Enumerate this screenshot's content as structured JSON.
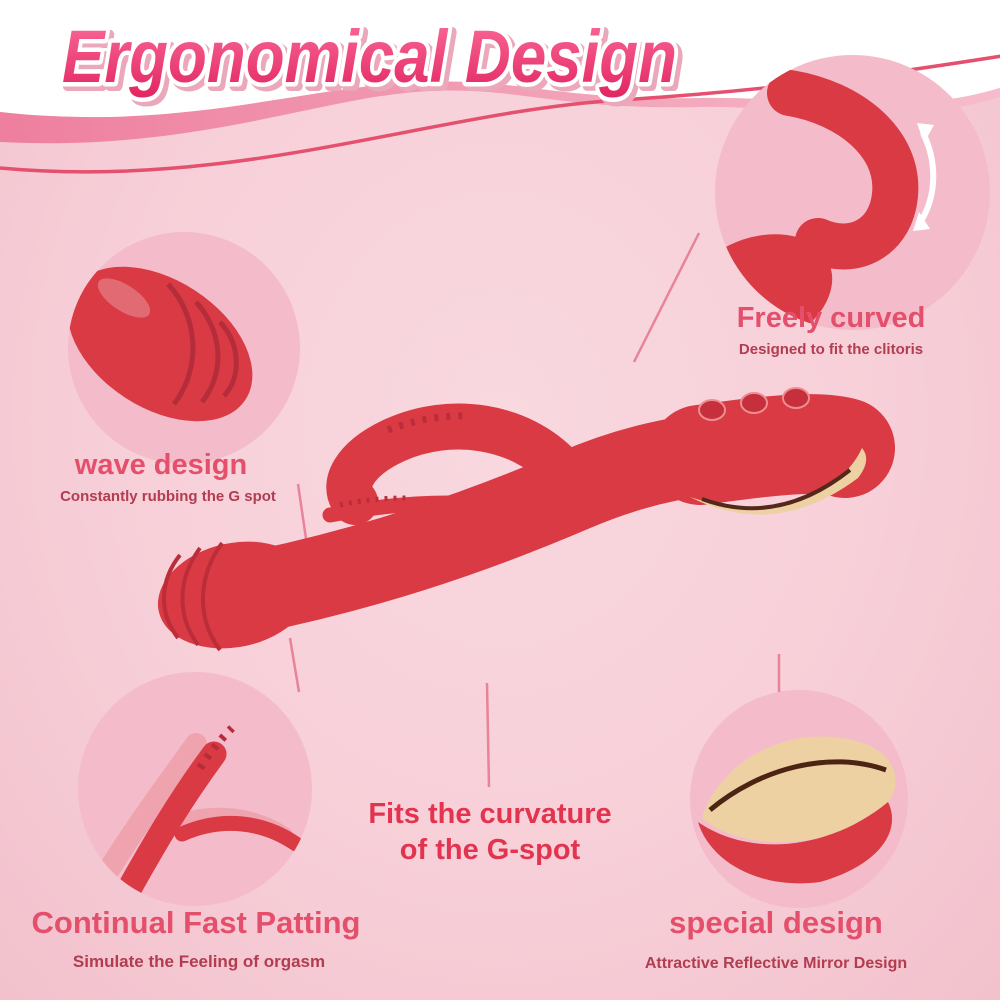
{
  "title": "Ergonomical Design",
  "callouts": {
    "freely_curved": {
      "heading": "Freely curved",
      "sub": "Designed to fit the clitoris",
      "icon": "curved-double-arrow-icon"
    },
    "wave_design": {
      "heading": "wave design",
      "sub": "Constantly rubbing the G spot"
    },
    "fast_patting": {
      "heading": "Continual Fast Patting",
      "sub": "Simulate the Feeling of orgasm"
    },
    "special_design": {
      "heading": "special design",
      "sub": "Attractive Reflective Mirror Design"
    }
  },
  "center_label": {
    "line1": "Fits the curvature",
    "line2": "of the G-spot"
  },
  "colors": {
    "background": "#f7cfd8",
    "bubble": "#f4bcca",
    "product_red": "#d93a44",
    "product_red_dark": "#bb2d39",
    "accent_gold": "#eed1a2",
    "heading": "#e44f6b",
    "subtext": "#b23c50",
    "title_gradient_top": "#fb6d9b",
    "title_gradient_bottom": "#e22560",
    "connector": "#e8839a"
  }
}
